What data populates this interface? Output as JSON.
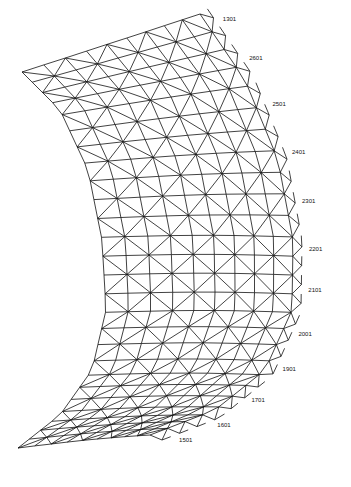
{
  "diagram": {
    "labels": [
      "1301",
      "2601",
      "2501",
      "2401",
      "2301",
      "2201",
      "2101",
      "2001",
      "1901",
      "1701",
      "1601",
      "1501"
    ]
  }
}
